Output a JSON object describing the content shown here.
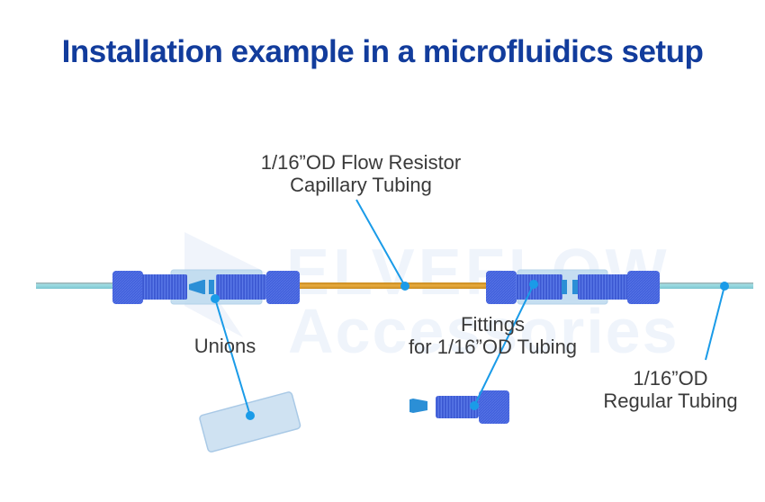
{
  "title": "Installation example in a microfluidics setup",
  "watermark": {
    "line1": "ELVEFLOW",
    "line2": "Accessories"
  },
  "labels": {
    "flow_resistor": {
      "line1": "1/16”OD Flow Resistor",
      "line2": "Capillary Tubing"
    },
    "unions": {
      "line1": "Unions"
    },
    "fittings": {
      "line1": "Fittings",
      "line2": "for 1/16”OD Tubing"
    },
    "regular_tubing": {
      "line1": "1/16”OD",
      "line2": "Regular Tubing"
    }
  },
  "colors": {
    "title": "#123c9c",
    "label_text": "#3a3a3a",
    "callout": "#1a9be8",
    "fitting_blue": "#3e5fd9",
    "union_body": "#bcd9ef",
    "regular_tubing": "#8fd3dc",
    "capillary_tubing": "#d99a2b",
    "ferrule": "#2b8fd6"
  },
  "components": [
    "regular-tubing-left",
    "fitting-left-1",
    "union-left",
    "fitting-left-2",
    "capillary-tubing",
    "fitting-right-1",
    "union-right",
    "fitting-right-2",
    "regular-tubing-right"
  ]
}
